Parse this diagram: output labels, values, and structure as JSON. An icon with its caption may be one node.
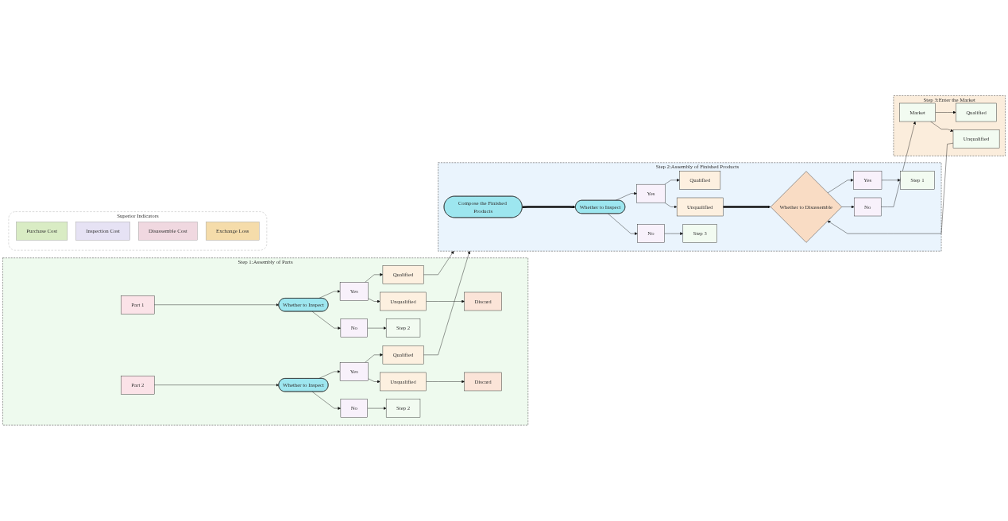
{
  "diagram": {
    "nodes": [
      {
        "text": [
          "Step 1:Assembly of Parts"
        ]
      },
      {
        "text": [
          "Part 1"
        ],
        "in": 0
      },
      {
        "text": [
          "Whether to Inspect"
        ],
        "in": 0
      },
      {
        "text": [
          "Yes"
        ],
        "in": 0
      },
      {
        "text": [
          "Qualified"
        ],
        "in": 0
      },
      {
        "text": [
          "Unqualified"
        ],
        "in": 0
      },
      {
        "text": [
          "Discard"
        ],
        "in": 0
      },
      {
        "text": [
          "No"
        ],
        "in": 0
      },
      {
        "text": [
          "Step 2"
        ],
        "in": 0
      },
      {
        "text": [
          "Part 2"
        ],
        "in": 0
      },
      {
        "text": [
          "Whether to Inspect"
        ],
        "in": 0
      },
      {
        "text": [
          "Yes"
        ],
        "in": 0
      },
      {
        "text": [
          "Qualified"
        ],
        "in": 0
      },
      {
        "text": [
          "Unqualified"
        ],
        "in": 0
      },
      {
        "text": [
          "Discard"
        ],
        "in": 0
      },
      {
        "text": [
          "No"
        ],
        "in": 0
      },
      {
        "text": [
          "Step 2"
        ],
        "in": 0
      },
      {
        "text": [
          "Step 2:Assembly of Finished Products"
        ]
      },
      {
        "text": [
          "Compose the Finished Products"
        ],
        "in": 17
      },
      {
        "text": [
          "Whether to Inspect"
        ],
        "in": 17
      },
      {
        "text": [
          "Yes"
        ],
        "in": 17
      },
      {
        "text": [
          "No"
        ],
        "in": 17
      },
      {
        "text": [
          "Qualified"
        ],
        "in": 17
      },
      {
        "text": [
          "Unqualified"
        ],
        "in": 17
      },
      {
        "text": [
          "Step 3"
        ],
        "in": 17
      },
      {
        "text": [
          "Whether to Disassemble"
        ],
        "in": 17
      },
      {
        "text": [
          "Yes"
        ],
        "in": 17
      },
      {
        "text": [
          "Step 1"
        ],
        "in": 17
      },
      {
        "text": [
          "No"
        ],
        "in": 17
      },
      {
        "text": [
          "Superior Indicators"
        ]
      },
      {
        "text": [
          "Purchase Cost"
        ],
        "in": 29
      },
      {
        "text": [
          "Inspection Cost"
        ],
        "in": 29
      },
      {
        "text": [
          "Disassemble Cost"
        ],
        "in": 29
      },
      {
        "text": [
          "Exchange Loss"
        ],
        "in": 29
      },
      {
        "text": [
          "Step 3:Enter the Market"
        ]
      },
      {
        "text": [
          "Qualified"
        ],
        "in": 34
      },
      {
        "text": [
          "Unqualified"
        ],
        "in": 34
      },
      {
        "text": [
          "Market"
        ],
        "in": 34
      }
    ],
    "edges": [
      {
        "from": 1,
        "to": 2,
        "arrow": "to"
      },
      {
        "from": 2,
        "to": 3,
        "arrow": "to"
      },
      {
        "from": 2,
        "to": 7,
        "arrow": "to"
      },
      {
        "from": 3,
        "to": 4,
        "arrow": "to"
      },
      {
        "from": 3,
        "to": 5,
        "arrow": "to"
      },
      {
        "from": 5,
        "to": 6,
        "arrow": "to"
      },
      {
        "from": 7,
        "to": 8,
        "arrow": "to"
      },
      {
        "from": 4,
        "to": 17,
        "arrow": "to"
      },
      {
        "from": 9,
        "to": 10,
        "arrow": "to"
      },
      {
        "from": 10,
        "to": 11,
        "arrow": "to"
      },
      {
        "from": 10,
        "to": 15,
        "arrow": "to"
      },
      {
        "from": 11,
        "to": 12,
        "arrow": "to"
      },
      {
        "from": 11,
        "to": 13,
        "arrow": "to"
      },
      {
        "from": 13,
        "to": 14,
        "arrow": "to"
      },
      {
        "from": 15,
        "to": 16,
        "arrow": "to"
      },
      {
        "from": 12,
        "to": 17,
        "arrow": "to"
      },
      {
        "from": 18,
        "to": 19,
        "arrow": "to",
        "style": "thick"
      },
      {
        "from": 19,
        "to": 20,
        "arrow": "to"
      },
      {
        "from": 19,
        "to": 21,
        "arrow": "to"
      },
      {
        "from": 20,
        "to": 22,
        "arrow": "to"
      },
      {
        "from": 20,
        "to": 23,
        "arrow": "to"
      },
      {
        "from": 21,
        "to": 24,
        "arrow": "to"
      },
      {
        "from": 23,
        "to": 25,
        "arrow": "to",
        "style": "thick"
      },
      {
        "from": 25,
        "to": 26,
        "arrow": "to"
      },
      {
        "from": 26,
        "to": 27,
        "arrow": "to"
      },
      {
        "from": 25,
        "to": 28,
        "arrow": "to"
      },
      {
        "from": 28,
        "to": 37,
        "arrow": "to"
      },
      {
        "from": 37,
        "to": 35,
        "arrow": "to"
      },
      {
        "from": 37,
        "to": 36,
        "arrow": "to"
      },
      {
        "from": 36,
        "to": 25,
        "arrow": "to"
      }
    ]
  }
}
